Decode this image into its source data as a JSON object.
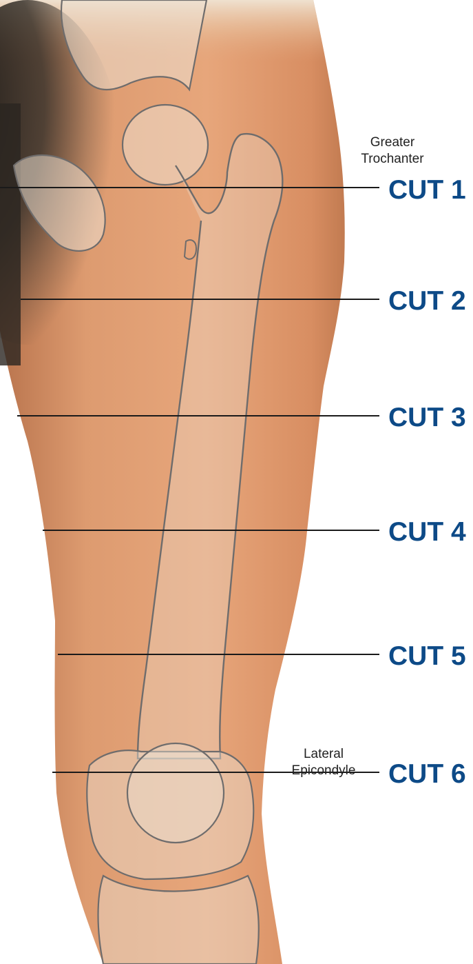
{
  "colors": {
    "label": "#0d4a87",
    "skin": "#e3a176",
    "skin_shadow": "#c9845a",
    "hair": "#2c2a26",
    "bone_outline": "#6e6c6c",
    "bone_fill": "#e8d8c6",
    "cut_line": "#1a1a1a"
  },
  "landmarks": [
    {
      "lines": [
        "Greater",
        "Trochanter"
      ]
    },
    {
      "lines": [
        "Lateral",
        "Epicondyle"
      ]
    }
  ],
  "cuts": [
    {
      "label": "CUT 1"
    },
    {
      "label": "CUT 2"
    },
    {
      "label": "CUT 3"
    },
    {
      "label": "CUT 4"
    },
    {
      "label": "CUT 5"
    },
    {
      "label": "CUT 6"
    }
  ]
}
